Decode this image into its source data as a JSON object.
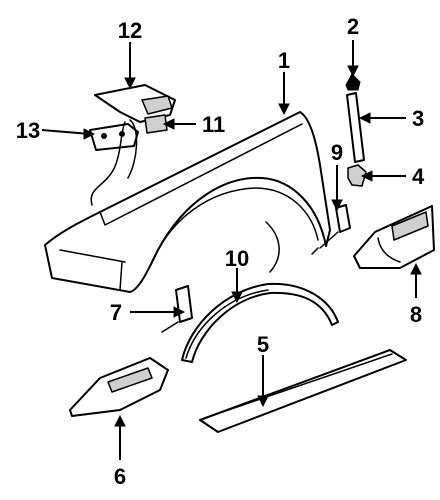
{
  "diagram": {
    "callouts": [
      {
        "id": "c1",
        "label": "1"
      },
      {
        "id": "c2",
        "label": "2"
      },
      {
        "id": "c3",
        "label": "3"
      },
      {
        "id": "c4",
        "label": "4"
      },
      {
        "id": "c5",
        "label": "5"
      },
      {
        "id": "c6",
        "label": "6"
      },
      {
        "id": "c7",
        "label": "7"
      },
      {
        "id": "c8",
        "label": "8"
      },
      {
        "id": "c9",
        "label": "9"
      },
      {
        "id": "c10",
        "label": "10"
      },
      {
        "id": "c11",
        "label": "11"
      },
      {
        "id": "c12",
        "label": "12"
      },
      {
        "id": "c13",
        "label": "13"
      }
    ]
  }
}
